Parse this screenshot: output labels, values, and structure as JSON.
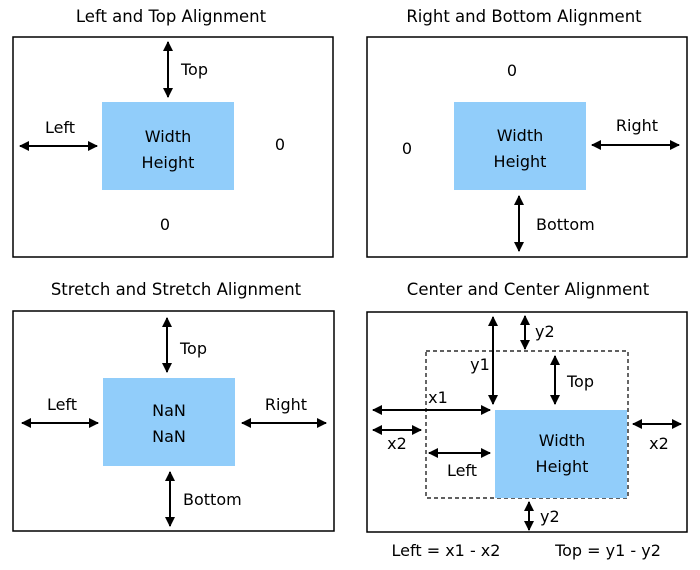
{
  "panels": {
    "left_top": {
      "title": "Left and Top Alignment",
      "element": [
        "Width",
        "Height"
      ],
      "labels": {
        "left": "Left",
        "top": "Top",
        "right": "0",
        "bottom": "0"
      }
    },
    "right_bottom": {
      "title": "Right and Bottom Alignment",
      "element": [
        "Width",
        "Height"
      ],
      "labels": {
        "top": "0",
        "left": "0",
        "right": "Right",
        "bottom": "Bottom"
      }
    },
    "stretch": {
      "title": "Stretch and Stretch Alignment",
      "element": [
        "NaN",
        "NaN"
      ],
      "labels": {
        "left": "Left",
        "top": "Top",
        "right": "Right",
        "bottom": "Bottom"
      }
    },
    "center": {
      "title": "Center and Center Alignment",
      "element": [
        "Width",
        "Height"
      ],
      "labels": {
        "y2_top": "y2",
        "y1": "y1",
        "top": "Top",
        "x1": "x1",
        "x2_left": "x2",
        "left": "Left",
        "x2_right": "x2",
        "y2_bottom": "y2"
      },
      "formula_left": "Left = x1 - x2",
      "formula_top": "Top = y1 - y2"
    }
  },
  "colors": {
    "element_fill": "#91CDFA",
    "stroke": "#000000"
  }
}
